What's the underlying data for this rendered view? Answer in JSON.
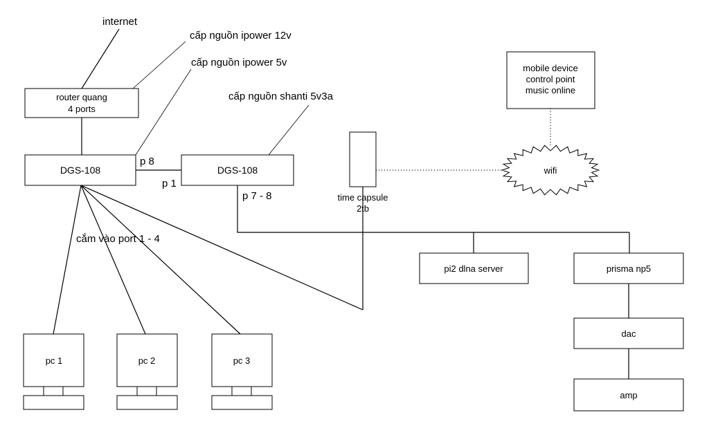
{
  "labels": {
    "internet": "internet",
    "power_12v": "cấp nguồn ipower 12v",
    "power_5v": "cấp nguồn ipower 5v",
    "power_shanti": "cấp nguồn shanti 5v3a",
    "port_8": "p 8",
    "port_1": "p 1",
    "port_7_8": "p 7 - 8",
    "ports_1_4": "cắm vào port 1 - 4"
  },
  "nodes": {
    "router": {
      "line1": "router quang",
      "line2": "4 ports"
    },
    "switch_left": "DGS-108",
    "switch_right": "DGS-108",
    "time_capsule": {
      "line1": "time capsule",
      "line2": "2tb"
    },
    "wifi": "wifi",
    "mobile": {
      "line1": "mobile device",
      "line2": "control point",
      "line3": "music online"
    },
    "pi2": "pi2 dlna server",
    "prisma": "prisma np5",
    "dac": "dac",
    "amp": "amp",
    "pc1": "pc 1",
    "pc2": "pc 2",
    "pc3": "pc 3"
  }
}
